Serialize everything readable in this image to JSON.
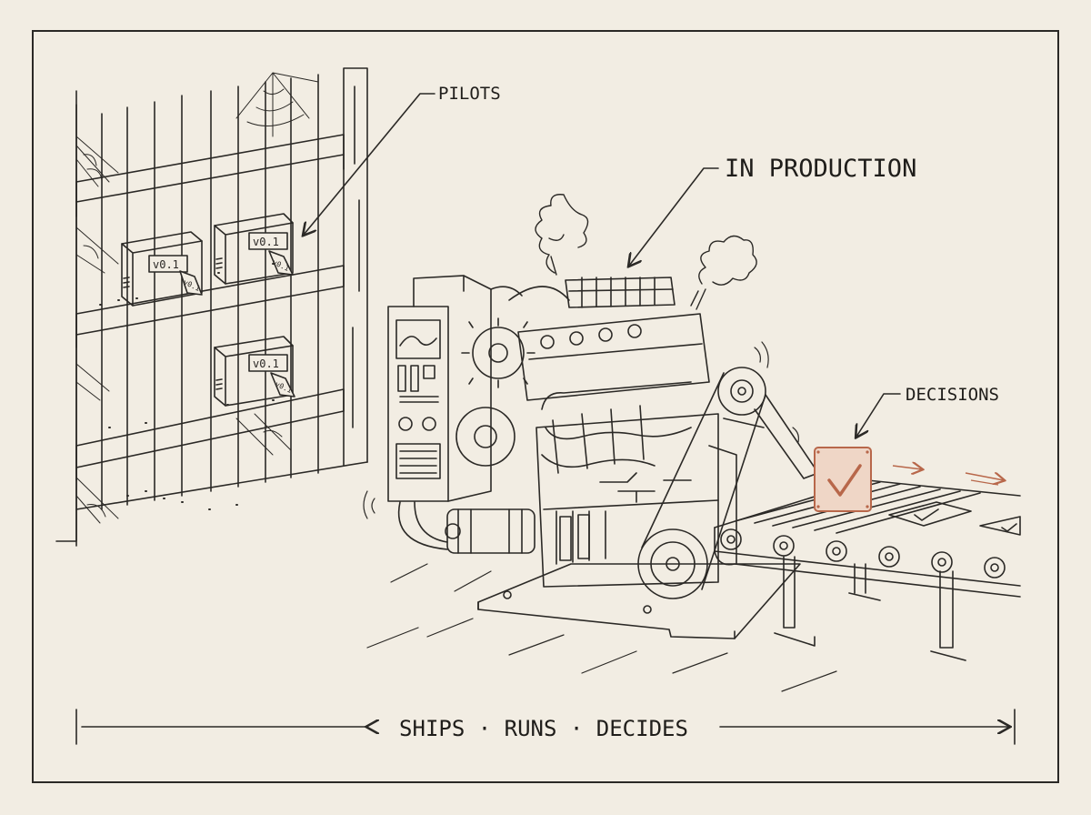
{
  "labels": {
    "pilots": "PILOTS",
    "in_production": "IN PRODUCTION",
    "decisions": "DECISIONS",
    "footer": "SHIPS · RUNS · DECIDES"
  },
  "box_tags": {
    "box1": "v0.1",
    "box2": "v0.1",
    "box3": "v0.1",
    "hang1": "v0.1",
    "hang2": "v0.1",
    "hang3": "v0.1"
  },
  "colors": {
    "background": "#f2ede3",
    "ink": "#2b2926",
    "accent": "#b8674a",
    "accent_fill": "#efd6c6"
  },
  "icons": [
    "cobweb-icon",
    "gear-icon",
    "check-icon",
    "steam-icon",
    "arrow-icon"
  ]
}
